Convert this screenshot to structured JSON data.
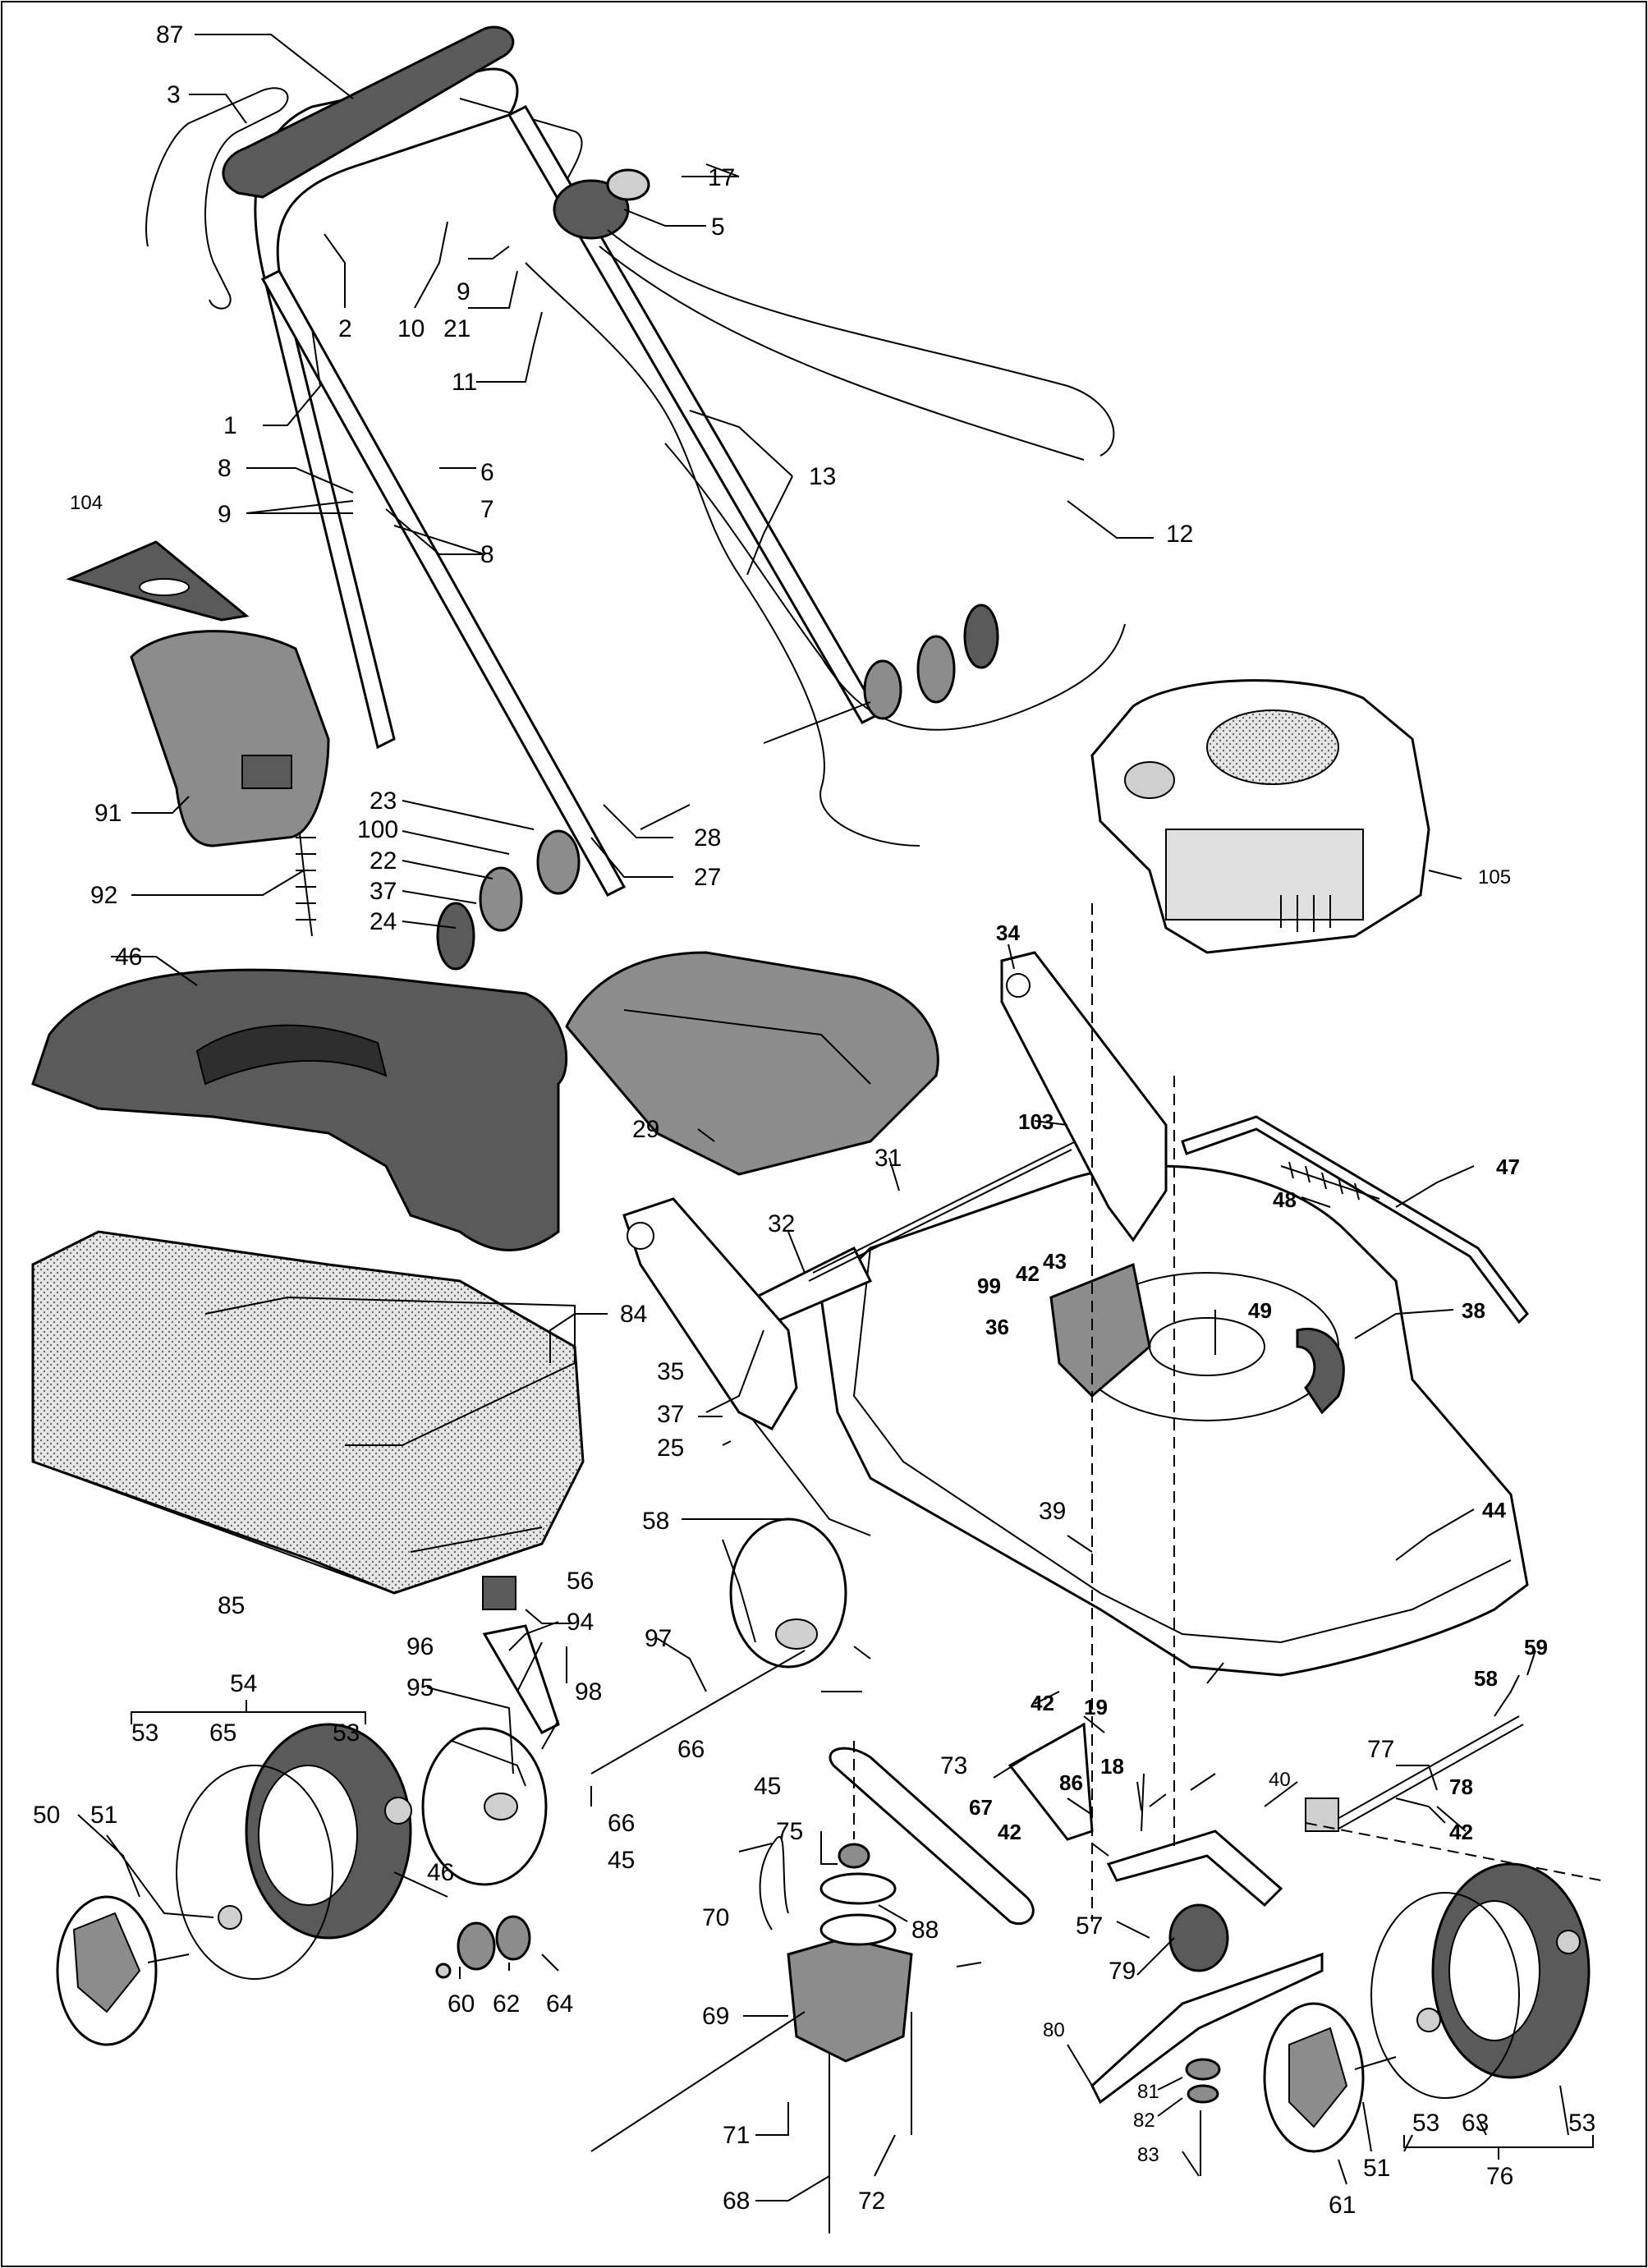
{
  "callouts": {
    "c87": "87",
    "c3": "3",
    "c17": "17",
    "c5": "5",
    "c2": "2",
    "c10": "10",
    "c9a": "9",
    "c21": "21",
    "c11": "11",
    "c1": "1",
    "c6": "6",
    "c8a": "8",
    "c7": "7",
    "c9b": "9",
    "c8b": "8",
    "c13": "13",
    "c12": "12",
    "c104": "104",
    "c91": "91",
    "c92": "92",
    "c23": "23",
    "c100": "100",
    "c22": "22",
    "c37a": "37",
    "c24": "24",
    "c28": "28",
    "c27": "27",
    "c105": "105",
    "c34": "34",
    "c46a": "46",
    "c29": "29",
    "c103": "103",
    "c31": "31",
    "c47": "47",
    "c48": "48",
    "c32": "32",
    "c43": "43",
    "c42a": "42",
    "c99": "99",
    "c36": "36",
    "c49": "49",
    "c38": "38",
    "c84": "84",
    "c35": "35",
    "c37b": "37",
    "c25": "25",
    "c58a": "58",
    "c39": "39",
    "c44": "44",
    "c85": "85",
    "c56": "56",
    "c94": "94",
    "c96": "96",
    "c97": "97",
    "c54": "54",
    "c53a": "53",
    "c65": "65",
    "c53b": "53",
    "c95": "95",
    "c98": "98",
    "c66a": "66",
    "c45a": "45",
    "c59": "59",
    "c58b": "58",
    "c42b": "42",
    "c19": "19",
    "c73": "73",
    "c18": "18",
    "c86": "86",
    "c67": "67",
    "c40": "40",
    "c77": "77",
    "c78": "78",
    "c42c": "42",
    "c50": "50",
    "c51a": "51",
    "c46b": "46",
    "c66b": "66",
    "c45b": "45",
    "c42d": "42",
    "c75": "75",
    "c57": "57",
    "c70": "70",
    "c88": "88",
    "c79": "79",
    "c60": "60",
    "c62": "62",
    "c64": "64",
    "c69": "69",
    "c80": "80",
    "c81": "81",
    "c82": "82",
    "c71": "71",
    "c83": "83",
    "c68": "68",
    "c72": "72",
    "c61": "61",
    "c51b": "51",
    "c53c": "53",
    "c63": "63",
    "c53d": "53",
    "c76": "76"
  }
}
